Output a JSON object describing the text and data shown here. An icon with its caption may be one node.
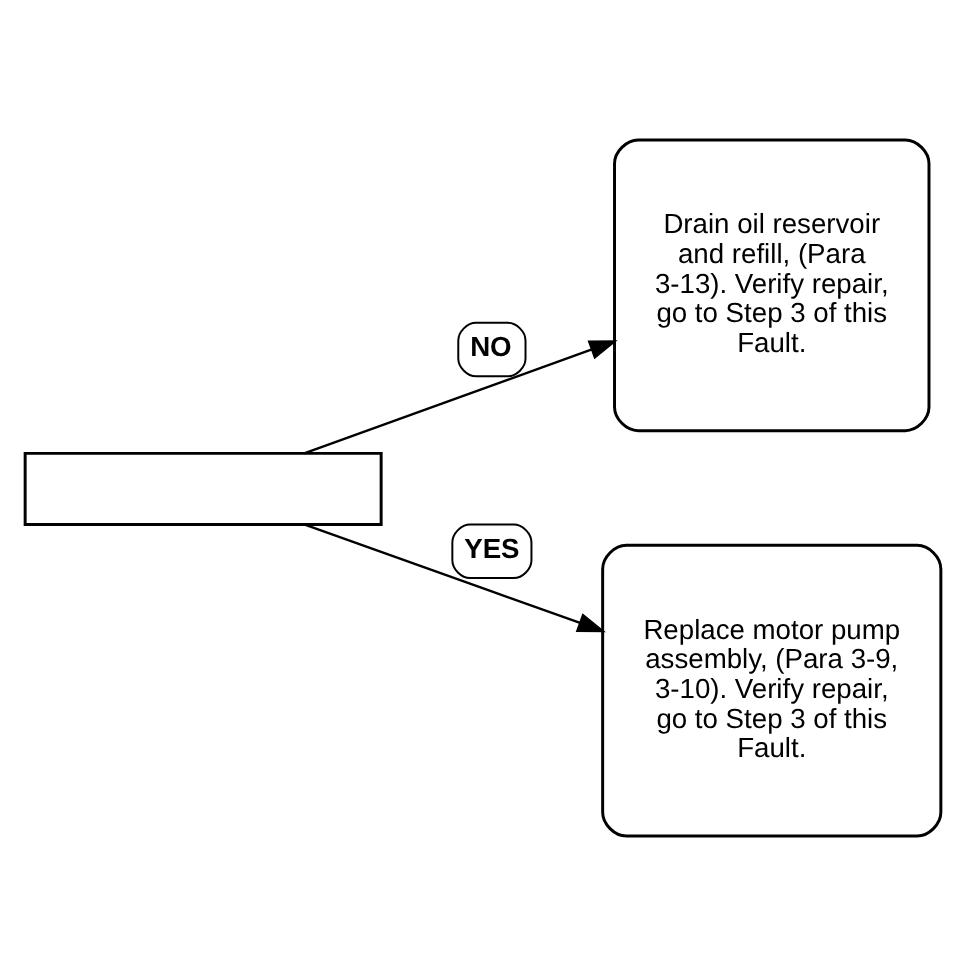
{
  "diagram": {
    "nodes": [
      {
        "text": [],
        "shape": "box"
      },
      {
        "text": [
          "Drain oil reservoir and refill, (Para 3-13). Verify repair, go to Step 3 of this Fault."
        ]
      },
      {
        "text": [
          "Replace motor pump assembly, (Para 3-9, 3-10). Verify repair, go to Step 3 of this Fault."
        ]
      }
    ],
    "edges": [
      {
        "from": 0,
        "to": 1,
        "arrow": "to",
        "label": "NO"
      },
      {
        "from": 0,
        "to": 2,
        "arrow": "to",
        "label": "YES"
      }
    ]
  }
}
